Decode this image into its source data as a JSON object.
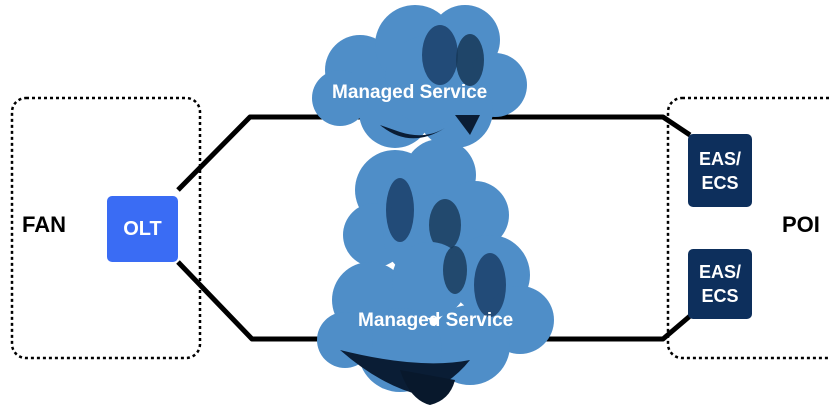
{
  "colors": {
    "olt_fill": "#3a6cf4",
    "eas_fill": "#0d2f5c",
    "cloud_fill": "#4f8ec8",
    "cloud_edge": "#2a5f96",
    "link_stroke": "#000000",
    "boundary_stroke": "#000000"
  },
  "regions": {
    "fan_label": "FAN",
    "poi_label": "POI"
  },
  "nodes": {
    "olt_label": "OLT",
    "eas_top": {
      "line1": "EAS/",
      "line2": "ECS"
    },
    "eas_bottom": {
      "line1": "EAS/",
      "line2": "ECS"
    }
  },
  "clouds": {
    "top_label": "Managed Service",
    "bottom_label": "Managed Service"
  },
  "icons": [
    "cloud-icon"
  ]
}
